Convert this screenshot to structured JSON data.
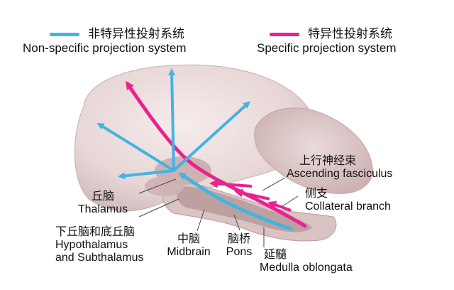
{
  "legend": {
    "nonspecific": {
      "zh": "非特异性投射系统",
      "en": "Non-specific projection system",
      "color": "#45b3e0"
    },
    "specific": {
      "zh": "特异性投射系统",
      "en": "Specific projection system",
      "color": "#e8238f"
    }
  },
  "labels": {
    "thalamus": {
      "zh": "丘脑",
      "en": "Thalamus"
    },
    "hypothalamus": {
      "zh": "下丘脑和底丘脑",
      "en1": "Hypothalamus",
      "en2": "and Subthalamus"
    },
    "midbrain": {
      "zh": "中脑",
      "en": "Midbrain"
    },
    "pons": {
      "zh": "脑桥",
      "en": "Pons"
    },
    "medulla": {
      "zh": "延髓",
      "en": "Medulla oblongata"
    },
    "ascending": {
      "zh": "上行神经束",
      "en": "Ascending fasciculus"
    },
    "collateral": {
      "zh": "侧支",
      "en": "Collateral branch"
    }
  }
}
